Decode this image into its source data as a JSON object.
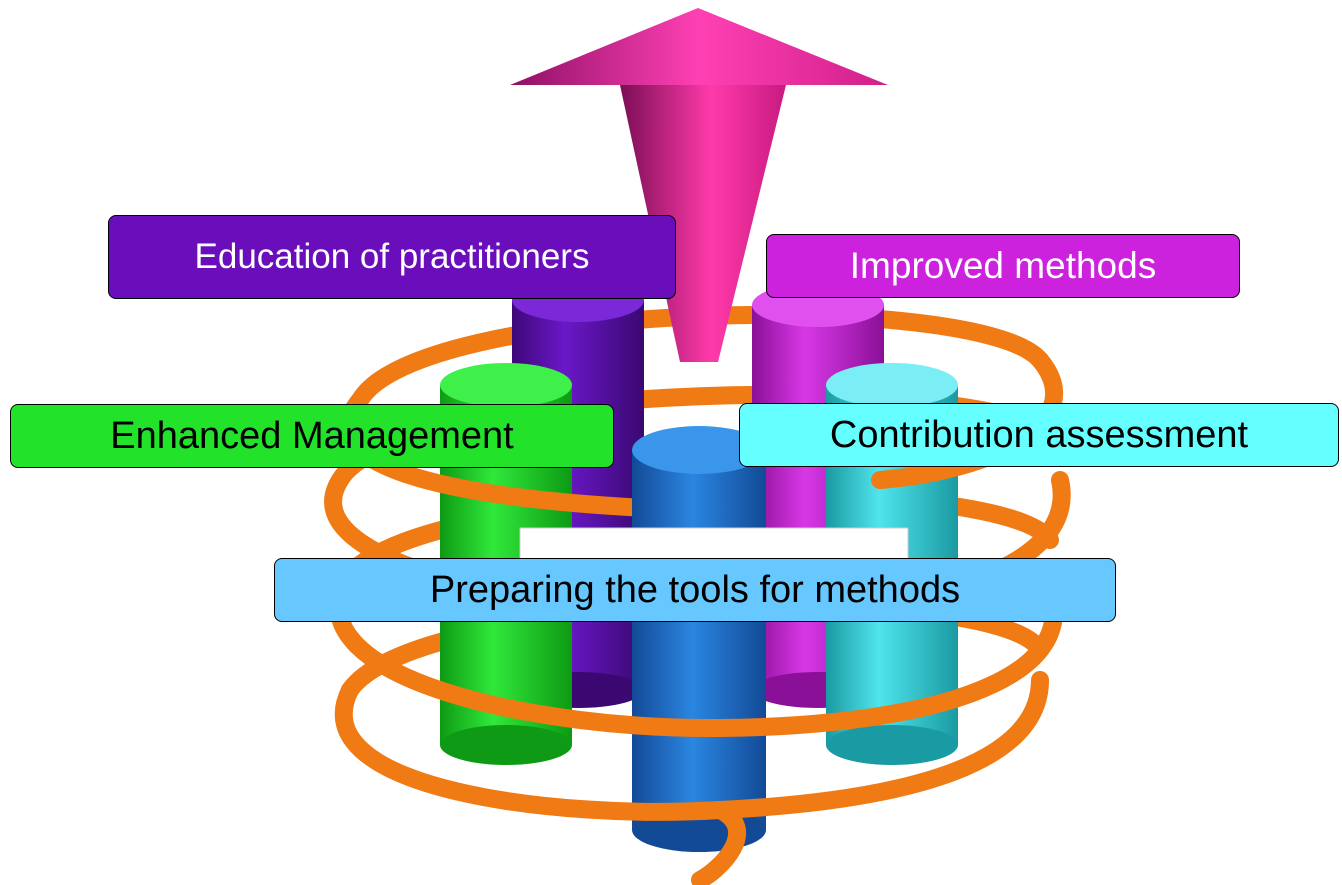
{
  "diagram": {
    "labels": {
      "education": "Education of practitioners",
      "improved": "Improved methods",
      "enhanced": "Enhanced Management",
      "contribution": "Contribution assessment",
      "preparing": "Preparing the tools for methods"
    },
    "colors": {
      "education_bg": "#6a0dbb",
      "improved_bg": "#cc22dd",
      "enhanced_bg": "#22e22a",
      "contribution_bg": "#66ffff",
      "preparing_bg": "#66c8ff",
      "spiral": "#f07a14",
      "arrow": "#ff3aaa",
      "pillar_purple": "#5a12a8",
      "pillar_magenta": "#c020d0",
      "pillar_green": "#18d020",
      "pillar_cyan": "#30d0d8",
      "pillar_blue": "#1e6ec8"
    },
    "icons": [
      "spiral-coil",
      "upward-arrow",
      "cylinder-pillar"
    ]
  }
}
